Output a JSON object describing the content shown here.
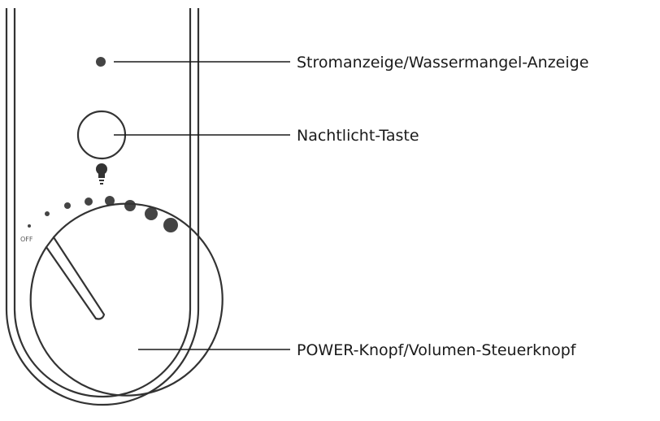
{
  "labels": {
    "power_indicator": "Stromanzeige/Wassermangel-Anzeige",
    "night_light_button": "Nachtlicht-Taste",
    "power_knob": "POWER-Knopf/Volumen-Steuerknopf",
    "off": "OFF"
  },
  "icons": {
    "bulb": "light-bulb-icon"
  },
  "colors": {
    "stroke": "#333333",
    "dot": "#444444",
    "text": "#1a1a1a"
  },
  "volume_scale_steps": 8
}
